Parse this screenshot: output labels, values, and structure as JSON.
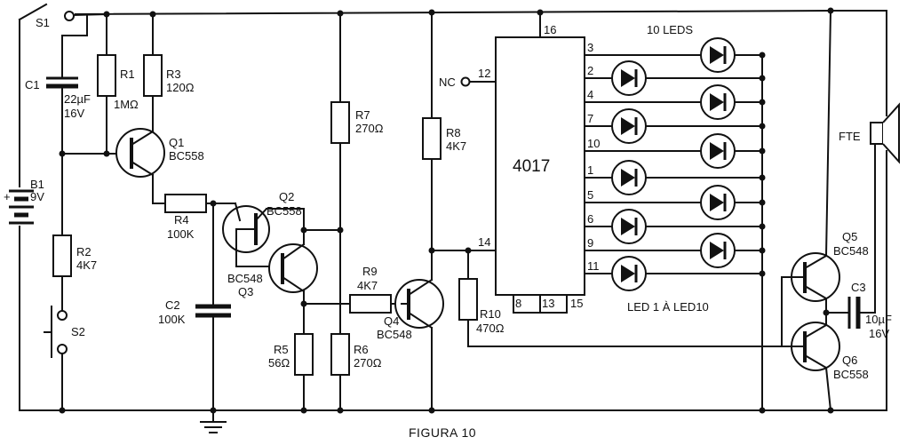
{
  "figure_caption": "FIGURA 10",
  "switch_s1": "S1",
  "battery": {
    "name": "B1",
    "value": "9V",
    "plus": "+"
  },
  "c1": {
    "name": "C1",
    "value": "22µF",
    "voltage": "16V"
  },
  "r1": {
    "name": "R1",
    "value": "1MΩ"
  },
  "r3": {
    "name": "R3",
    "value": "120Ω"
  },
  "q1": {
    "name": "Q1",
    "type": "BC558"
  },
  "r2": {
    "name": "R2",
    "value": "4K7"
  },
  "switch_s2": "S2",
  "r4": {
    "name": "R4",
    "value": "100K"
  },
  "c2": {
    "name": "C2",
    "value": "100K"
  },
  "q2": {
    "name": "Q2",
    "type": "BC558"
  },
  "q3": {
    "name": "Q3",
    "type": "BC548"
  },
  "r7": {
    "name": "R7",
    "value": "270Ω"
  },
  "r5": {
    "name": "R5",
    "value": "56Ω"
  },
  "r6": {
    "name": "R6",
    "value": "270Ω"
  },
  "r9": {
    "name": "R9",
    "value": "4K7"
  },
  "q4": {
    "name": "Q4",
    "type": "BC548"
  },
  "r8": {
    "name": "R8",
    "value": "4K7"
  },
  "r10": {
    "name": "R10",
    "value": "470Ω"
  },
  "ic": {
    "name": "4017",
    "nc_label": "NC",
    "pin_top": "16",
    "pin_nc": "12",
    "pin_clk": "14",
    "pins_bottom": [
      "8",
      "13",
      "15"
    ],
    "outputs": [
      "3",
      "2",
      "4",
      "7",
      "10",
      "1",
      "5",
      "6",
      "9",
      "11"
    ]
  },
  "leds_title": "10 LEDS",
  "leds_range": "LED 1 À LED10",
  "speaker": "FTE",
  "q5": {
    "name": "Q5",
    "type": "BC548"
  },
  "q6": {
    "name": "Q6",
    "type": "BC558"
  },
  "c3": {
    "name": "C3",
    "value": "10µF",
    "voltage": "16V"
  }
}
